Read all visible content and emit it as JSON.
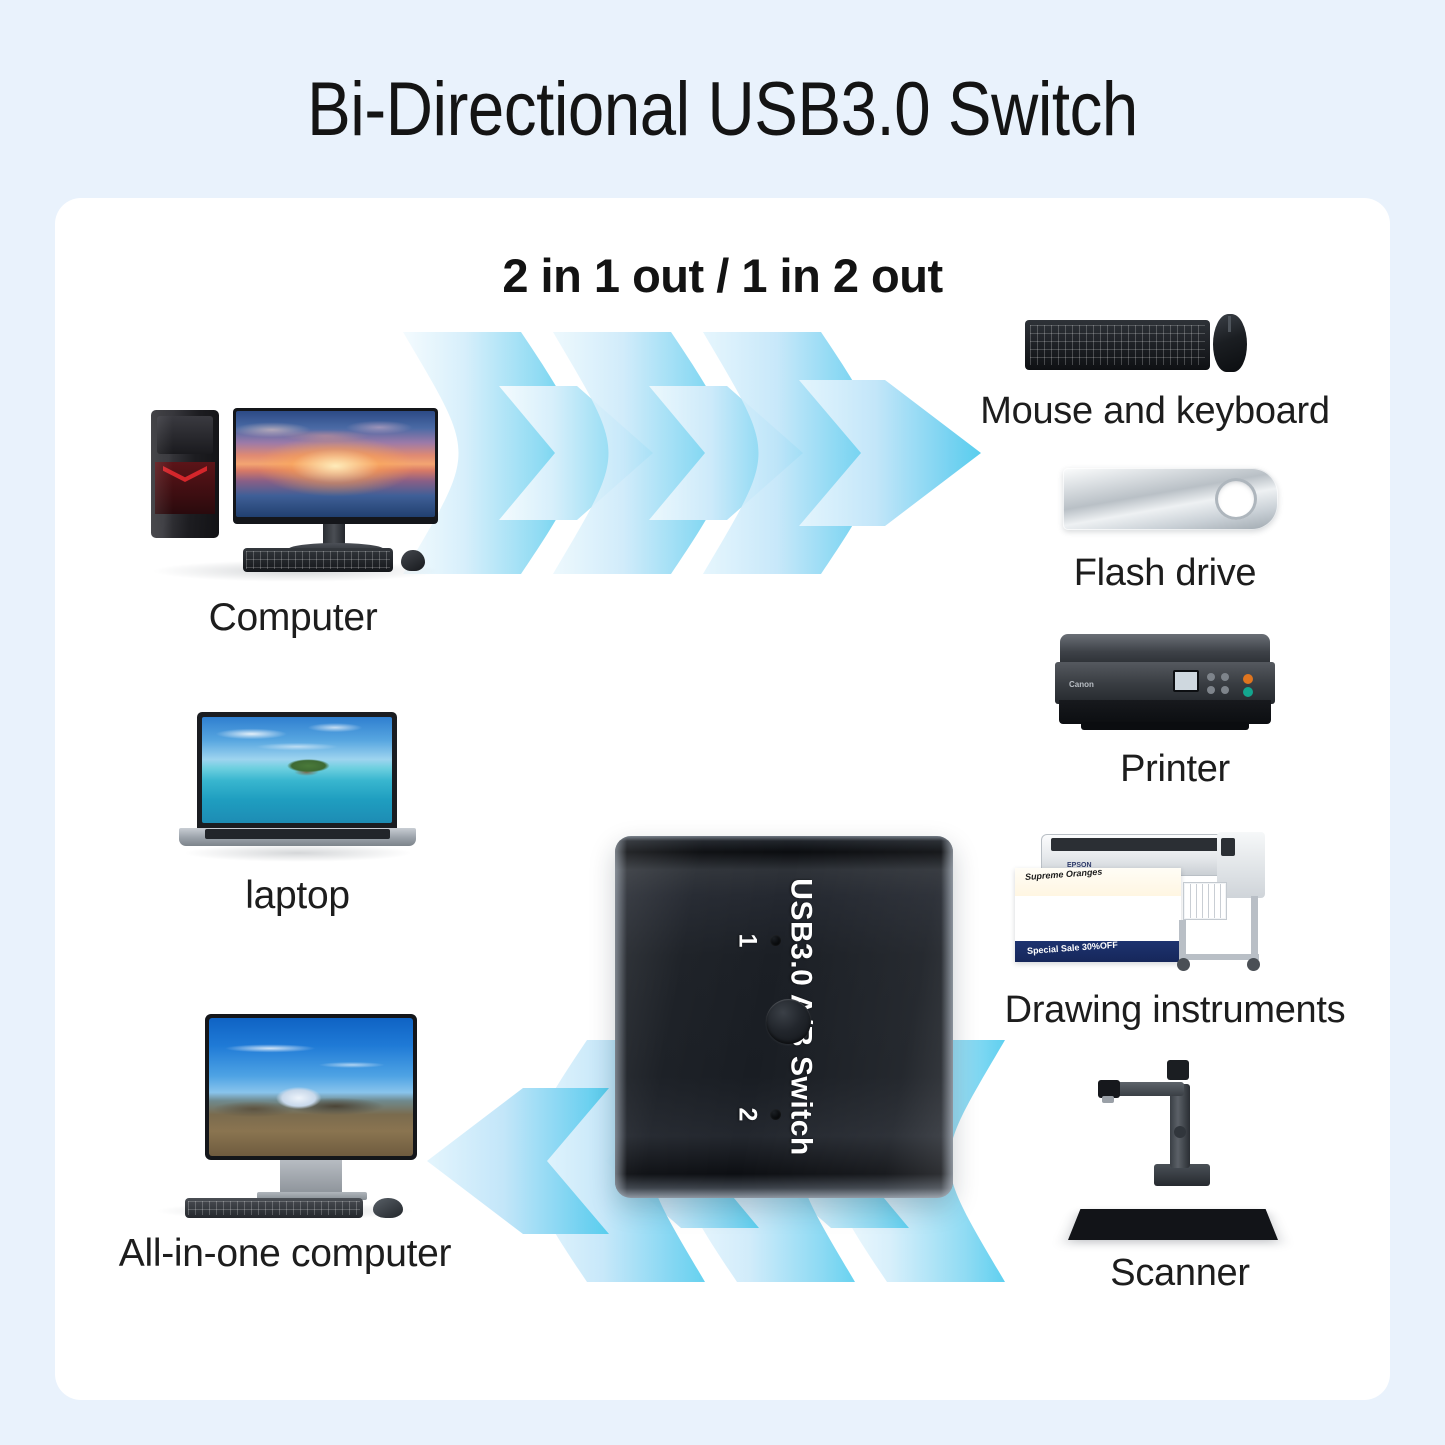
{
  "page": {
    "title": "Bi-Directional USB3.0 Switch",
    "background_color": "#e9f2fc",
    "card_color": "#ffffff"
  },
  "card": {
    "subtitle": "2 in 1 out / 1 in 2 out"
  },
  "device": {
    "brand_text": "USB3.0 A/B Switch",
    "port_1_label": "1",
    "port_2_label": "2",
    "body_color": "#1a1e24",
    "button_name": "select-button"
  },
  "arrows": {
    "color_light": "#dff0fb",
    "color_strong": "#5fd0f0",
    "top_direction": "right",
    "bottom_direction": "left",
    "top_count": 3,
    "bottom_count": 3
  },
  "sources": [
    {
      "id": "computer",
      "label": "Computer"
    },
    {
      "id": "laptop",
      "label": "laptop"
    },
    {
      "id": "aio",
      "label": "All-in-one computer"
    }
  ],
  "peripherals": [
    {
      "id": "keyboard-mouse",
      "label": "Mouse and keyboard"
    },
    {
      "id": "flash-drive",
      "label": "Flash drive"
    },
    {
      "id": "printer",
      "label": "Printer"
    },
    {
      "id": "plotter",
      "label": "Drawing instruments"
    },
    {
      "id": "scanner",
      "label": "Scanner"
    }
  ],
  "poster": {
    "headline": "Supreme Oranges",
    "promo": "Special Sale 30%OFF"
  }
}
